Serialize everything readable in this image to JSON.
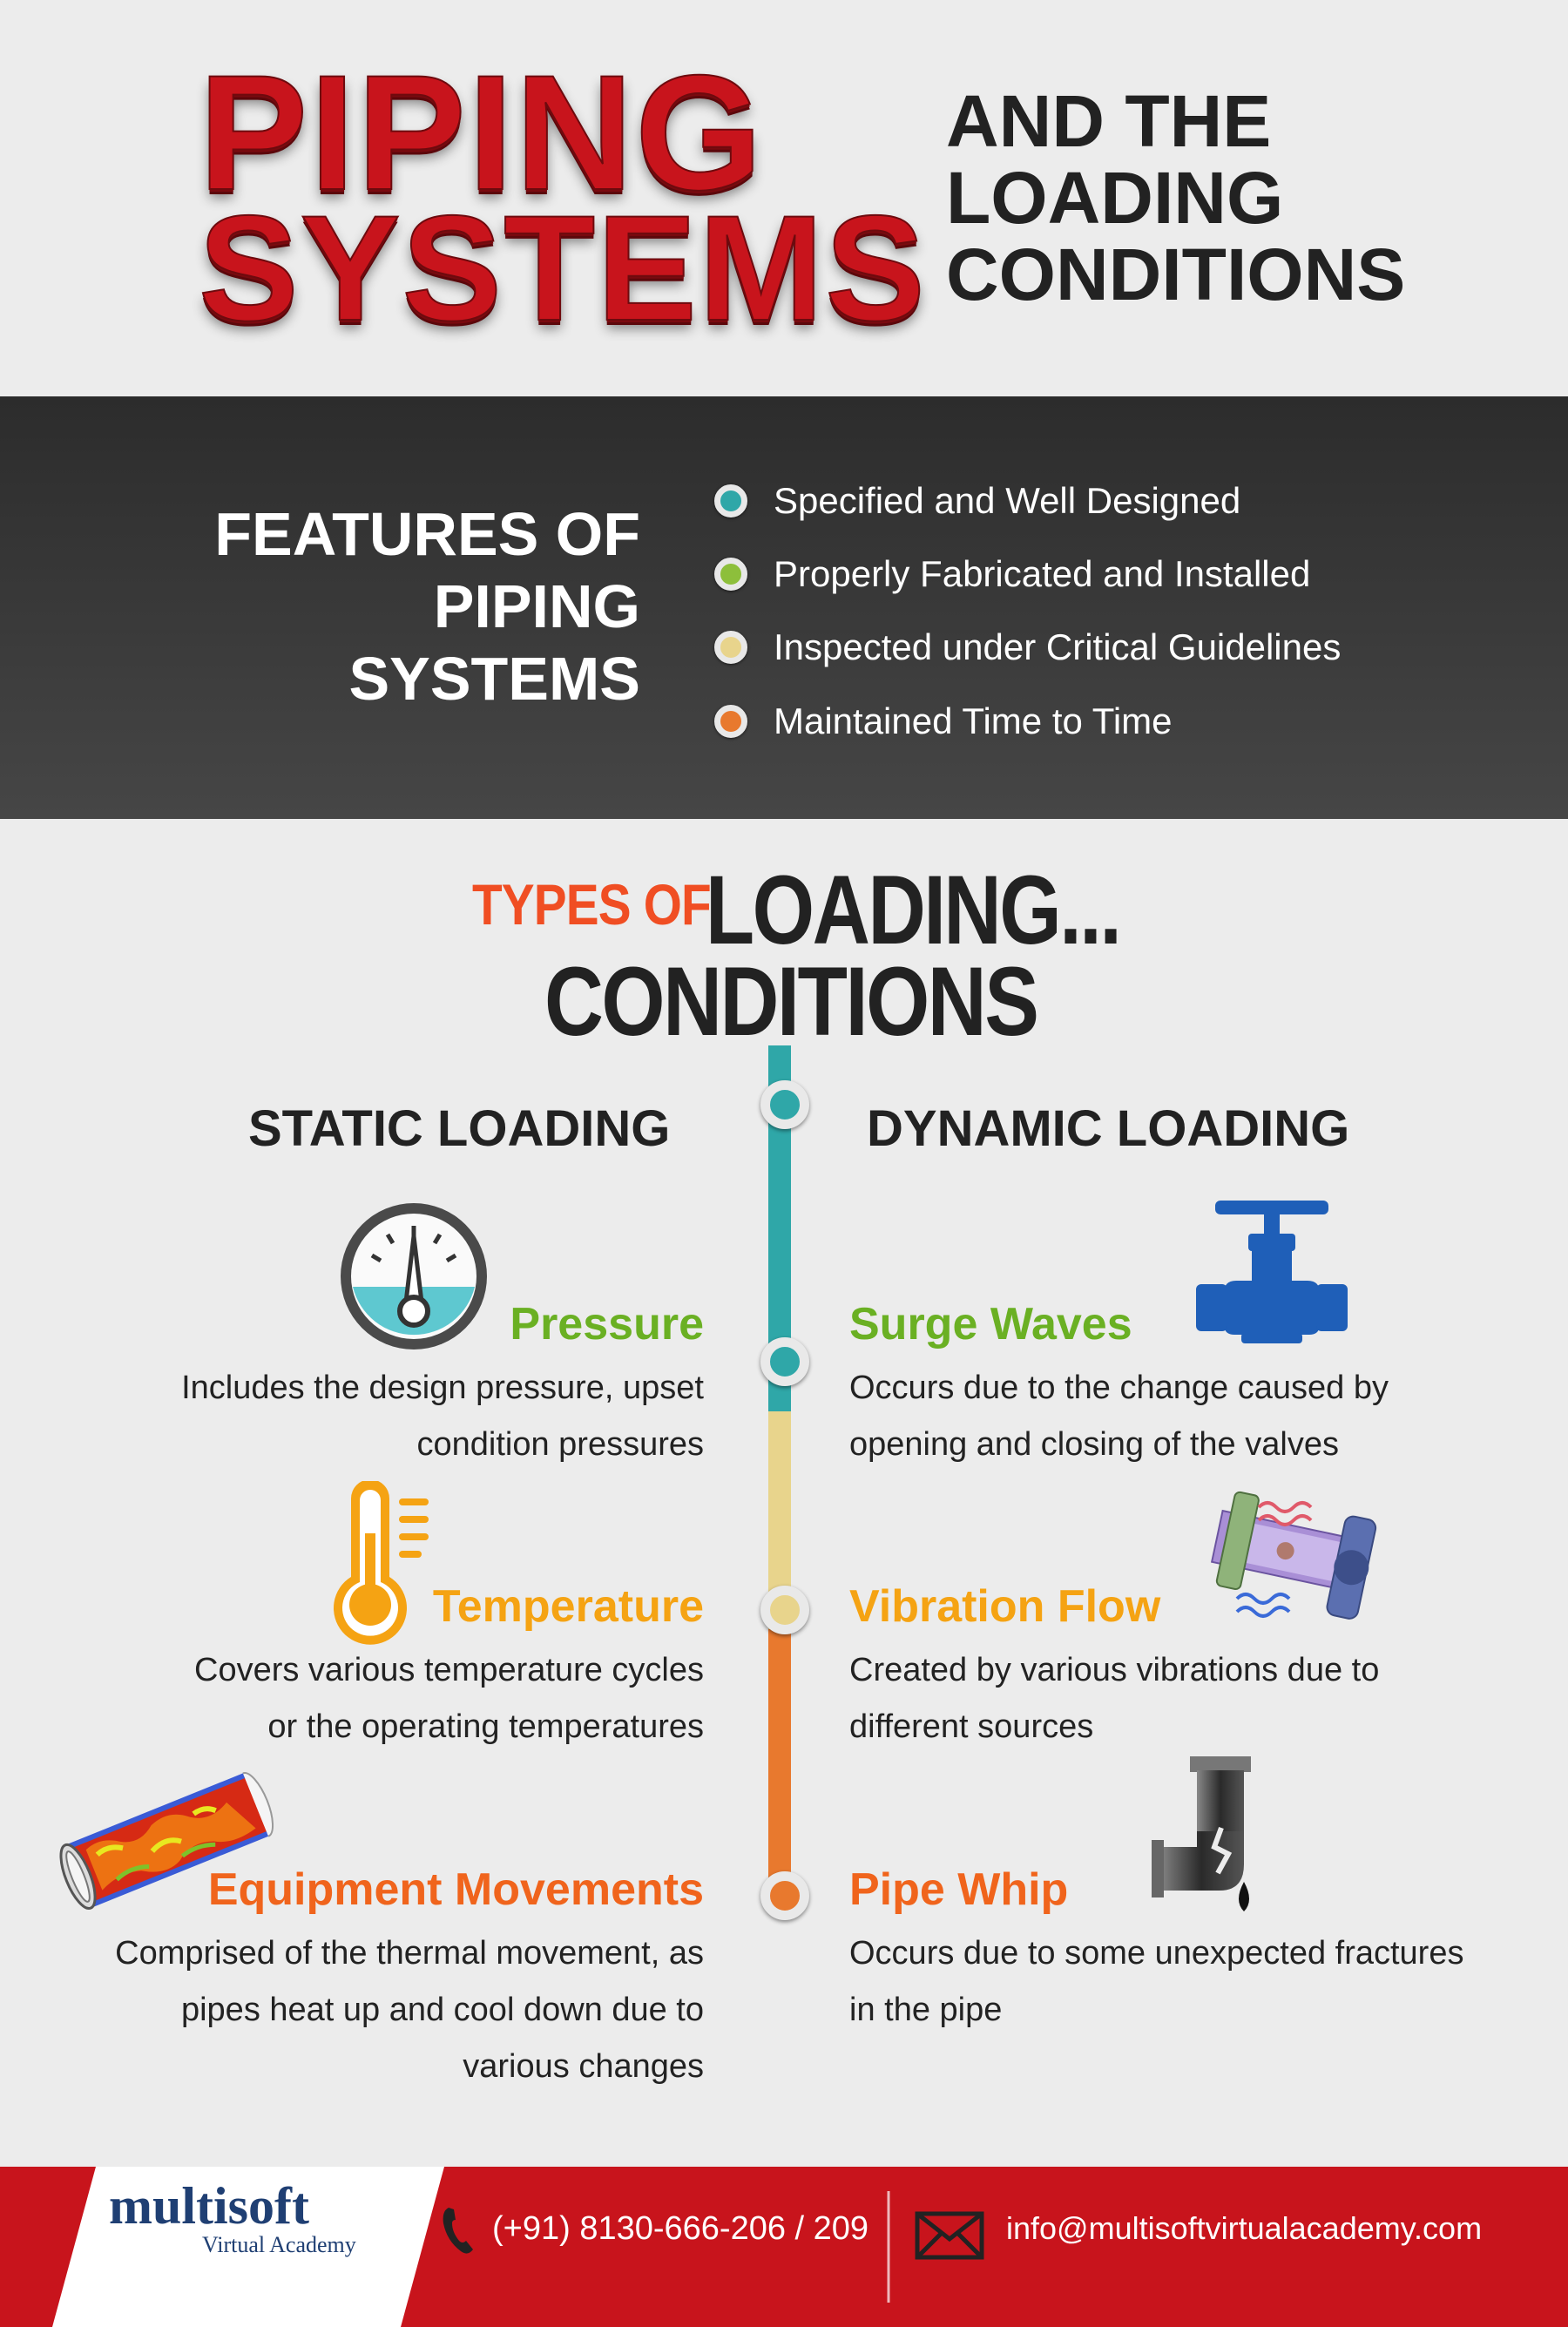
{
  "header": {
    "title_line1": "PIPING",
    "title_line2": "SYSTEMS",
    "subtitle_line1": "AND THE",
    "subtitle_line2": "LOADING",
    "subtitle_line3": "CONDITIONS"
  },
  "features": {
    "title_line1": "FEATURES OF",
    "title_line2": "PIPING",
    "title_line3": "SYSTEMS",
    "items": [
      {
        "label": "Specified and Well Designed",
        "color": "#2fa7a8"
      },
      {
        "label": "Properly Fabricated and Installed",
        "color": "#8dbf3b"
      },
      {
        "label": "Inspected under Critical Guidelines",
        "color": "#e8d48c"
      },
      {
        "label": "Maintained Time to Time",
        "color": "#e8792e"
      }
    ]
  },
  "types": {
    "prefix": "TYPES OF",
    "word1": "LOADING...",
    "word2": "CONDITIONS"
  },
  "static": {
    "heading": "STATIC LOADING",
    "items": [
      {
        "title": "Pressure",
        "desc_line1": "Includes the design pressure, upset",
        "desc_line2": "condition pressures",
        "desc_line3": "",
        "color": "#6ab023"
      },
      {
        "title": "Temperature",
        "desc_line1": "Covers various temperature cycles",
        "desc_line2": "or the operating temperatures",
        "desc_line3": "",
        "color": "#f5a313"
      },
      {
        "title": "Equipment Movements",
        "desc_line1": "Comprised of the thermal movement, as",
        "desc_line2": "pipes heat up and cool down due to",
        "desc_line3": "various changes",
        "color": "#f0641c"
      }
    ]
  },
  "dynamic": {
    "heading": "DYNAMIC LOADING",
    "items": [
      {
        "title": "Surge Waves",
        "desc_line1": "Occurs due to the change caused by",
        "desc_line2": "opening and closing of the valves",
        "color": "#6ab023"
      },
      {
        "title": "Vibration Flow",
        "desc_line1": "Created by various vibrations due to",
        "desc_line2": "different sources",
        "color": "#f5a313"
      },
      {
        "title": "Pipe Whip",
        "desc_line1": "Occurs due to some unexpected fractures",
        "desc_line2": "in the pipe",
        "color": "#f0641c"
      }
    ]
  },
  "footer": {
    "brand": "multisoft",
    "brand_sub": "Virtual Academy",
    "phone": "(+91) 8130-666-206 / 209",
    "email": "info@multisoftvirtualacademy.com",
    "accent": "#c8141c"
  }
}
